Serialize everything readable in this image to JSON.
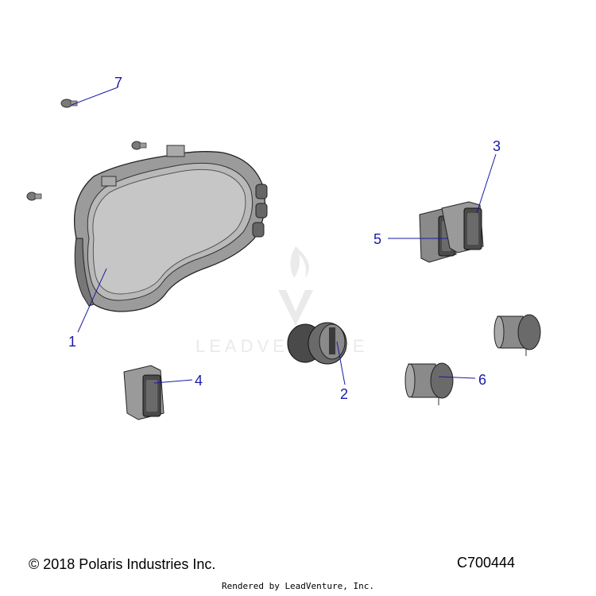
{
  "watermark": {
    "text": "LEADVENTURE"
  },
  "callouts": [
    {
      "id": "callout-1",
      "label": "1",
      "part": "instrument cluster"
    },
    {
      "id": "callout-2",
      "label": "2",
      "part": "ignition switch"
    },
    {
      "id": "callout-3",
      "label": "3",
      "part": "drive mode rocker switch"
    },
    {
      "id": "callout-4",
      "label": "4",
      "part": "rocker switch"
    },
    {
      "id": "callout-5",
      "label": "5",
      "part": "rocker switch"
    },
    {
      "id": "callout-6",
      "label": "6",
      "part": "power outlet"
    },
    {
      "id": "callout-7",
      "label": "7",
      "part": "screw"
    }
  ],
  "footer": {
    "copyright": "© 2018 Polaris Industries Inc.",
    "diagram_id": "C700444",
    "rendered_by": "Rendered by LeadVenture, Inc."
  },
  "colors": {
    "callout": "#1a1aa8",
    "part_fill": "#8a8a8a",
    "part_dark": "#4a4a4a",
    "watermark": "#d9d9d9"
  }
}
